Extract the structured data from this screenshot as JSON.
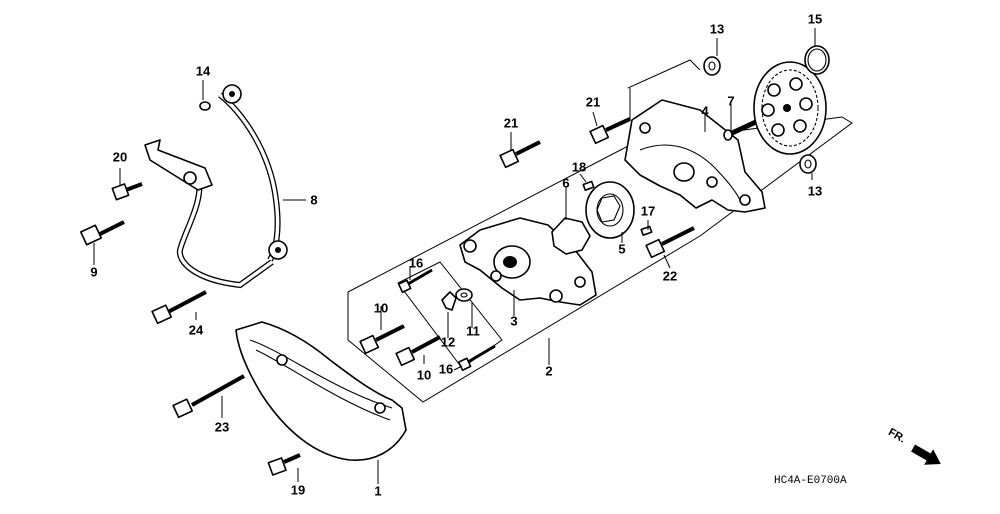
{
  "labels": [
    {
      "id": "1",
      "text": "1"
    },
    {
      "id": "2",
      "text": "2"
    },
    {
      "id": "3",
      "text": "3"
    },
    {
      "id": "4",
      "text": "4"
    },
    {
      "id": "5",
      "text": "5"
    },
    {
      "id": "6",
      "text": "6"
    },
    {
      "id": "7",
      "text": "7"
    },
    {
      "id": "8",
      "text": "8"
    },
    {
      "id": "9",
      "text": "9"
    },
    {
      "id": "10a",
      "text": "10"
    },
    {
      "id": "10b",
      "text": "10"
    },
    {
      "id": "11",
      "text": "11"
    },
    {
      "id": "12",
      "text": "12"
    },
    {
      "id": "13a",
      "text": "13"
    },
    {
      "id": "13b",
      "text": "13"
    },
    {
      "id": "14",
      "text": "14"
    },
    {
      "id": "15",
      "text": "15"
    },
    {
      "id": "16a",
      "text": "16"
    },
    {
      "id": "16b",
      "text": "16"
    },
    {
      "id": "17",
      "text": "17"
    },
    {
      "id": "18",
      "text": "18"
    },
    {
      "id": "19",
      "text": "19"
    },
    {
      "id": "20",
      "text": "20"
    },
    {
      "id": "21a",
      "text": "21"
    },
    {
      "id": "21b",
      "text": "21"
    },
    {
      "id": "22",
      "text": "22"
    },
    {
      "id": "23",
      "text": "23"
    },
    {
      "id": "24",
      "text": "24"
    }
  ],
  "diagram_code": "HC4A-E0700A",
  "direction_label": "FR."
}
